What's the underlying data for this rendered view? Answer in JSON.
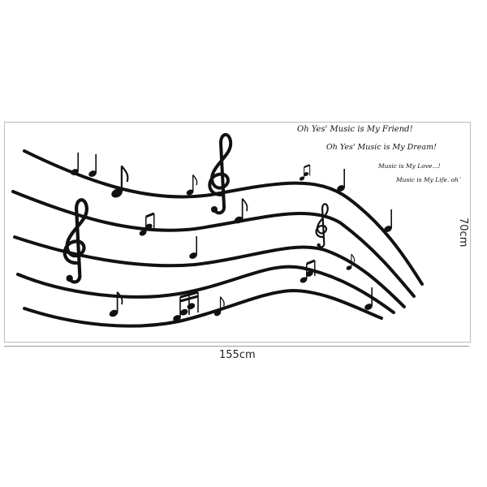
{
  "quotes": {
    "line1": "Oh Yes' Music is My Friend!",
    "line2": "Oh Yes' Music is My Dream!",
    "line3": "Music is My Love...!",
    "line4": "Music is My Life. oh`"
  },
  "dimensions": {
    "width": "155cm",
    "height": "70cm"
  },
  "colors": {
    "ink": "#111111",
    "frame": "#bdbdbd"
  },
  "icons": [
    "treble-clef-icon",
    "eighth-note-icon",
    "beamed-note-icon",
    "quarter-note-icon"
  ]
}
